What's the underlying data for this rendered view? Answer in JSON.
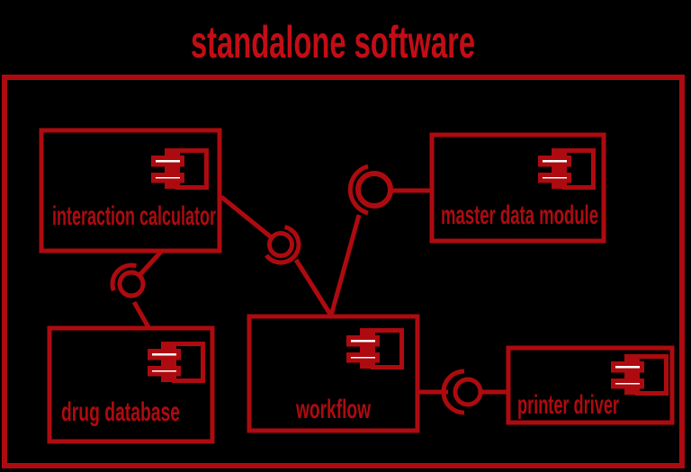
{
  "title": "standalone software",
  "diagram": {
    "kind": "UML component diagram",
    "components": [
      {
        "id": "interaction-calculator",
        "label": "interaction calculator"
      },
      {
        "id": "master-data-module",
        "label": "master data module"
      },
      {
        "id": "drug-database",
        "label": "drug database"
      },
      {
        "id": "workflow",
        "label": "workflow"
      },
      {
        "id": "printer-driver",
        "label": "printer driver"
      }
    ],
    "connections": [
      {
        "provider": "interaction calculator",
        "consumer": "workflow",
        "type": "ball-and-socket"
      },
      {
        "provider": "master data module",
        "consumer": "workflow",
        "type": "ball-and-socket"
      },
      {
        "provider": "interaction calculator",
        "consumer": "drug database",
        "type": "ball-and-socket"
      },
      {
        "provider": "printer driver",
        "consumer": "workflow",
        "type": "ball-and-socket"
      }
    ]
  },
  "colors": {
    "background": "#000000",
    "line": "#ad0b10",
    "title": "#c30d16",
    "icon_bar_fill": "#ffffff"
  }
}
